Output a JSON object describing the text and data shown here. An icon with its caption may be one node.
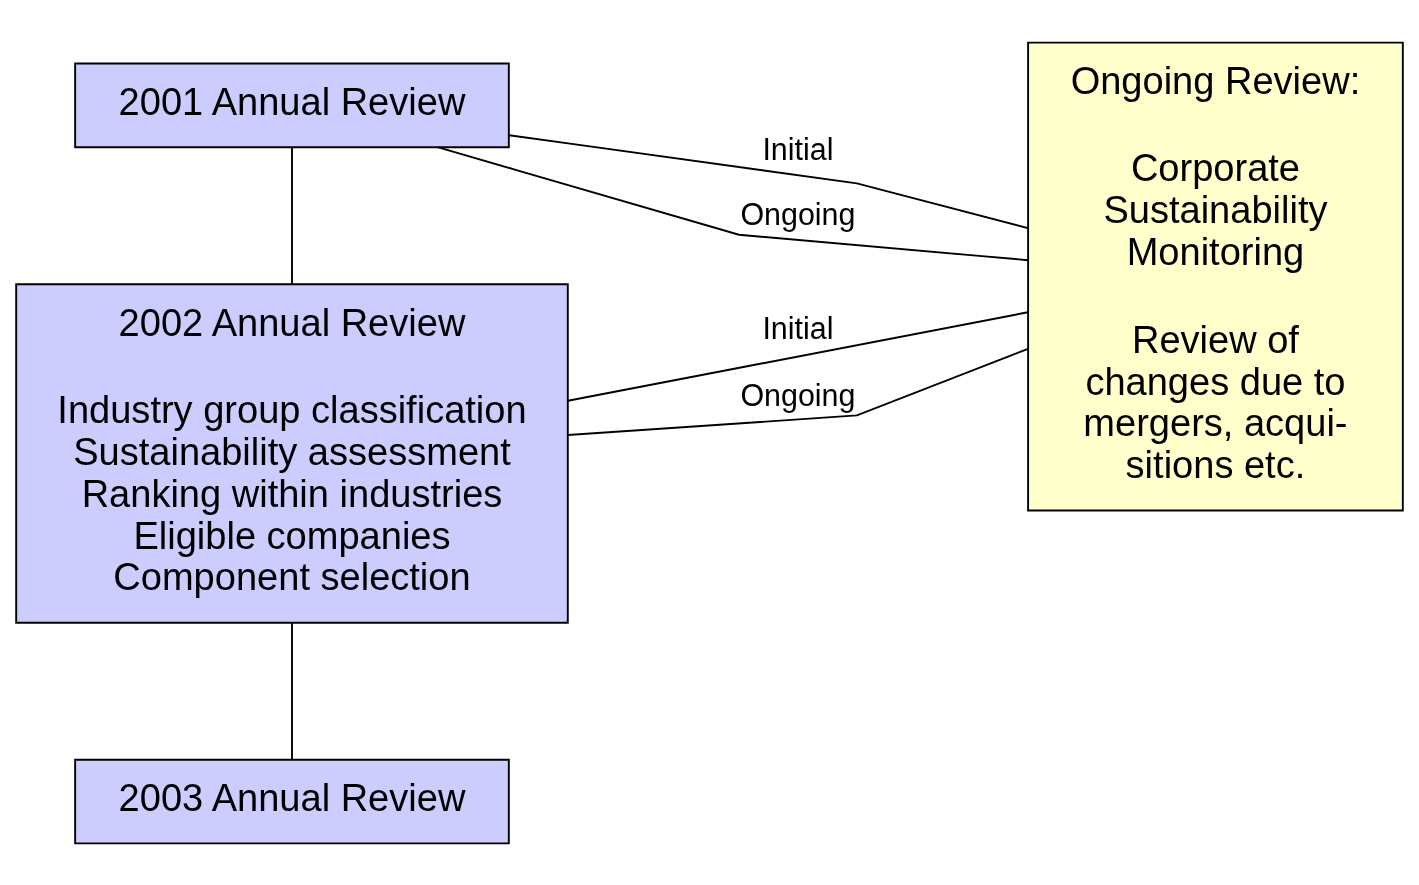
{
  "diagram": {
    "nodes": [
      {
        "text": [
          "2001 Annual Review"
        ]
      },
      {
        "text": [
          "2002 Annual Review",
          "Industry group classification",
          "Sustainability assessment",
          "Ranking within industries",
          "Eligible companies",
          "Component selection"
        ]
      },
      {
        "text": [
          "2003 Annual Review"
        ]
      },
      {
        "text": [
          "Ongoing Review:",
          "Corporate Sustainability Monitoring",
          "Review of changes due to mergers, acqui- sitions etc."
        ]
      }
    ],
    "edges": [
      {
        "from": 0,
        "to": 3,
        "arrow": "none",
        "label": "Initial"
      },
      {
        "from": 0,
        "to": 1,
        "arrow": "none"
      },
      {
        "from": 0,
        "to": 3,
        "arrow": "none",
        "label": "Ongoing"
      },
      {
        "from": 1,
        "to": 3,
        "arrow": "none",
        "label": "Initial"
      },
      {
        "from": 1,
        "to": 2,
        "arrow": "none"
      },
      {
        "from": 1,
        "to": 3,
        "arrow": "none",
        "label": "Ongoing"
      }
    ]
  }
}
